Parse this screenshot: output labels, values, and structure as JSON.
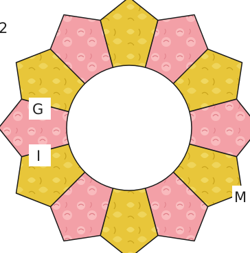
{
  "colors": {
    "yellow": "#E8C63A",
    "yellow_light": "#F3DC6A",
    "yellow_dark": "#C9A41C",
    "pink": "#F3A0A7",
    "pink_light": "#FAC3C4",
    "pink_dark": "#E07E88",
    "outline": "#1a1a1a",
    "center": "#ffffff"
  },
  "petals": [
    {
      "color": "yellow"
    },
    {
      "color": "pink"
    },
    {
      "color": "yellow"
    },
    {
      "color": "pink"
    },
    {
      "color": "yellow"
    },
    {
      "color": "pink"
    },
    {
      "color": "yellow"
    },
    {
      "color": "pink"
    },
    {
      "color": "yellow"
    },
    {
      "color": "pink"
    },
    {
      "color": "yellow"
    },
    {
      "color": "pink"
    }
  ],
  "labels": {
    "top_left": "2",
    "g": "G",
    "i": "I",
    "m": "M"
  }
}
